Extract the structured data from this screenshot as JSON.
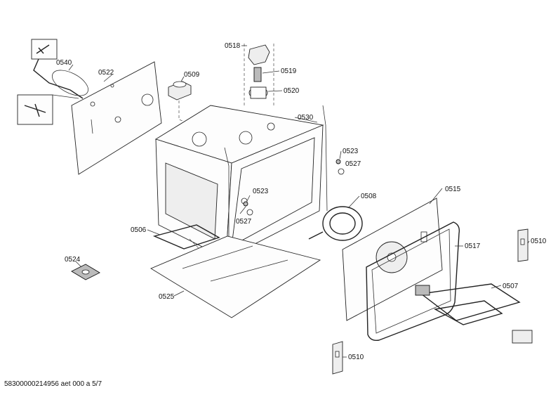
{
  "parts": [
    {
      "id": "0540",
      "label": "0540"
    },
    {
      "id": "0522",
      "label": "0522"
    },
    {
      "id": "0509",
      "label": "0509"
    },
    {
      "id": "0518",
      "label": "0518"
    },
    {
      "id": "0519",
      "label": "0519"
    },
    {
      "id": "0520",
      "label": "0520"
    },
    {
      "id": "0530",
      "label": "0530"
    },
    {
      "id": "0523a",
      "label": "0523"
    },
    {
      "id": "0527a",
      "label": "0527"
    },
    {
      "id": "0523b",
      "label": "0523"
    },
    {
      "id": "0527b",
      "label": "0527"
    },
    {
      "id": "0508",
      "label": "0508"
    },
    {
      "id": "0515",
      "label": "0515"
    },
    {
      "id": "0510a",
      "label": "0510"
    },
    {
      "id": "0517",
      "label": "0517"
    },
    {
      "id": "0506",
      "label": "0506"
    },
    {
      "id": "0524",
      "label": "0524"
    },
    {
      "id": "0507",
      "label": "0507"
    },
    {
      "id": "0525",
      "label": "0525"
    },
    {
      "id": "0510b",
      "label": "0510"
    }
  ],
  "footer": "58300000214956 aet 000 a 5/7"
}
